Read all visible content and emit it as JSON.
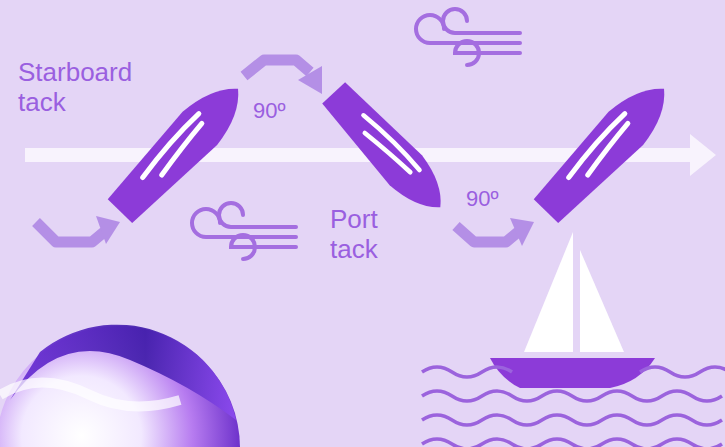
{
  "diagram": {
    "labels": [
      "Starboard tack",
      "90º",
      "Port tack",
      "90º"
    ]
  }
}
